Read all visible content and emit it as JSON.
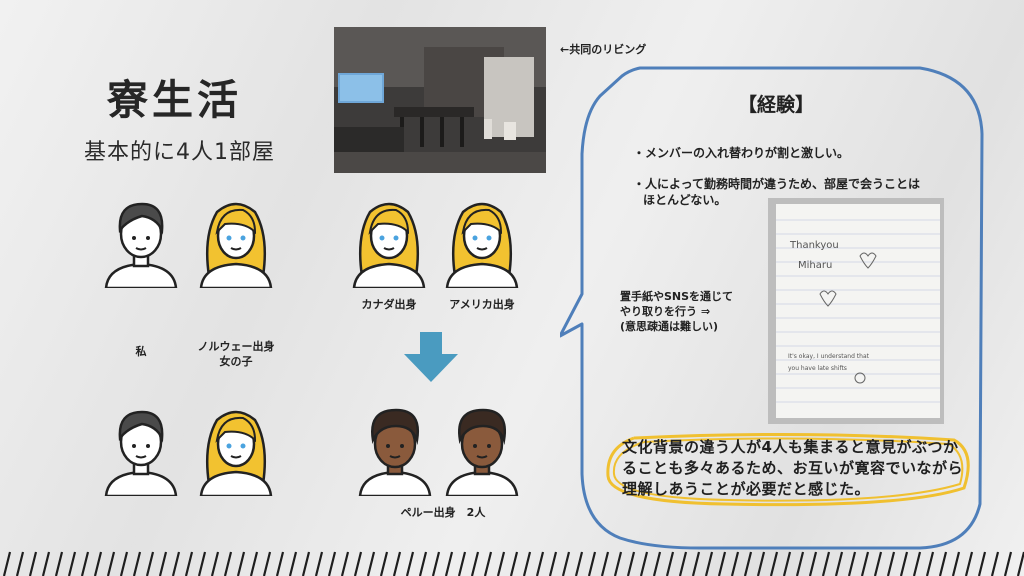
{
  "title": "寮生活",
  "subtitle": "基本的に4人1部屋",
  "photo_caption": "←共同のリビング",
  "people": {
    "me": "私",
    "norway_line1": "ノルウェー出身",
    "norway_line2": "女の子",
    "canada": "カナダ出身",
    "america": "アメリカ出身",
    "peru": "ペルー出身　2人"
  },
  "experience": {
    "title": "【経験】",
    "bullet1": "・メンバーの入れ替わりが割と激しい。",
    "bullet2_line1": "・人によって勤務時間が違うため、部屋で会うことは",
    "bullet2_line2": "ほとんどない。",
    "side_line1": "置手紙やSNSを通じて",
    "side_line2": "やり取りを行う ⇒",
    "side_line3": "(意思疎通は難しい)",
    "note_line1": "Thankyou",
    "note_line2": "Miharu",
    "note_line3": "It's okay, I understand that",
    "note_line4": "you have late shifts",
    "conclusion": "文化背景の違う人が4人も集まると意見がぶつかることも多々あるため、お互いが寛容でいながら理解しあうことが必要だと感じた。"
  },
  "colors": {
    "bubble_border": "#4f7fba",
    "arrow": "#4a9bc0",
    "highlight": "#f0c030",
    "blonde": "#f2c230",
    "dark_skin": "#8a5a3c"
  }
}
